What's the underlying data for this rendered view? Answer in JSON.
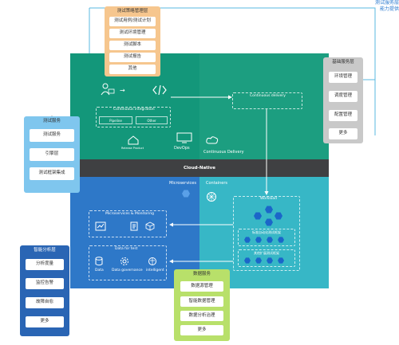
{
  "top_note": {
    "line1": "测试服务层",
    "line2": "能力提供"
  },
  "center_band": "Cloud-Native",
  "strategy_panel": {
    "title": "测试策略管理层",
    "items": [
      "测试用例/测试计划",
      "测试环境管理",
      "测试脚本",
      "测试报告",
      "其他"
    ]
  },
  "basic_panel": {
    "title": "基础服务层",
    "items": [
      "环境管理",
      "调度管理",
      "配置管理",
      "更多"
    ]
  },
  "test_panel": {
    "title": "测试服务",
    "items": [
      "测试服务",
      "引擎层",
      "测试框架集成"
    ]
  },
  "analysis_panel": {
    "title": "智能分析层",
    "items": [
      "分析度量",
      "监控告警",
      "故障自愈",
      "更多"
    ]
  },
  "data_panel": {
    "title": "数据服务",
    "items": [
      "数据源管理",
      "智能数据管理",
      "数据分析治理",
      "更多"
    ]
  },
  "devops": {
    "label": "DevOps",
    "ci": "Continuous integration",
    "pipeline": "Pipeline",
    "other": "Other",
    "release": "Release Product"
  },
  "cd": {
    "label": "Continuous Delivery",
    "box": "Continuous delivery"
  },
  "micro": {
    "label": "Microservices",
    "monitoring": "Microservices & Monitoring",
    "data_for_test": "Data for test",
    "data": "Data",
    "governance": "Data governance",
    "intelligent": "intelligent"
  },
  "containers": {
    "label": "Containers",
    "workload": "Workload",
    "row1": "标准自动化测试框架",
    "row2": "其他扩展测试框架"
  },
  "colors": {
    "devops": "#13977a",
    "cd": "#1c9e80",
    "micro": "#2e78c8",
    "containers": "#37b7c6",
    "band": "#3f4042",
    "strategy": "#f6c68e",
    "basic": "#c9c9c9",
    "test": "#7fc6ee",
    "analysis": "#2a65b4",
    "data": "#b8e06a",
    "note": "#2b7bd0"
  },
  "icons": [
    "person-code-icon",
    "code-icon",
    "house-icon",
    "monitor-icon",
    "chart-icon",
    "document-icon",
    "cube-icon",
    "database-icon",
    "gear-icon",
    "brain-icon",
    "kubernetes-icon",
    "cloud-icon"
  ]
}
